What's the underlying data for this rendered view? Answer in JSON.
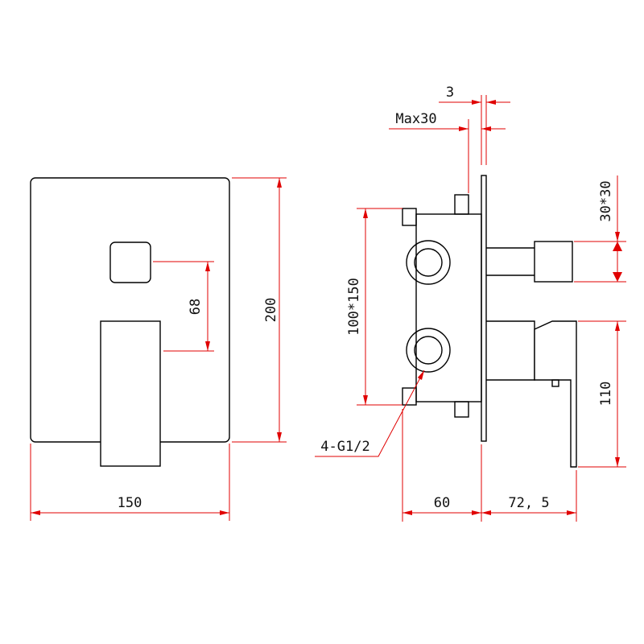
{
  "colors": {
    "outline": "#000000",
    "dimension": "#e00000",
    "background": "#ffffff"
  },
  "labels": {
    "width": "150",
    "height": "200",
    "spacing": "68",
    "plate_gap": "3",
    "max_depth": "Max30",
    "box_size": "100*150",
    "connections": "4-G1/2",
    "box_depth": "60",
    "projection": "72, 5",
    "stem_size": "30*30",
    "handle_height": "110"
  }
}
